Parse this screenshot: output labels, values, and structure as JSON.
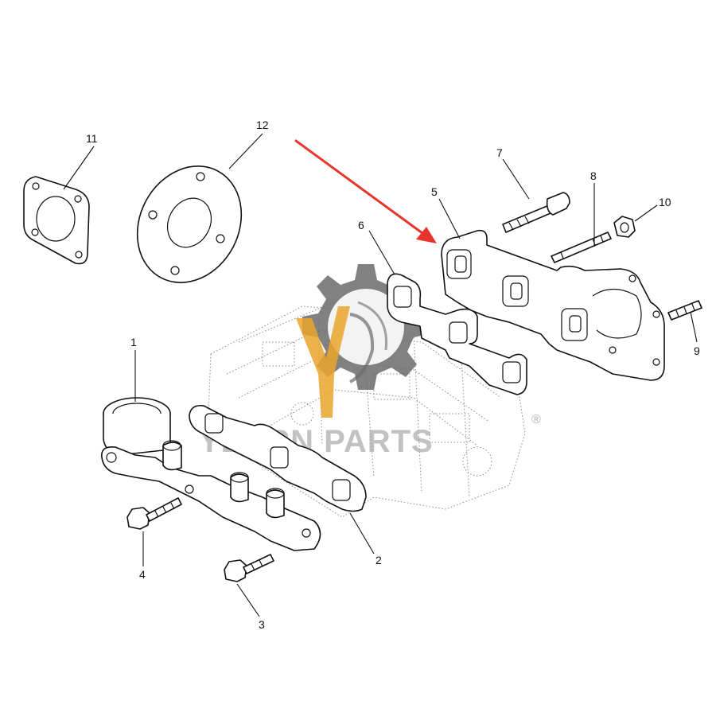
{
  "diagram": {
    "type": "exploded parts diagram",
    "callouts": [
      {
        "id": "1",
        "label": "1"
      },
      {
        "id": "2",
        "label": "2"
      },
      {
        "id": "3",
        "label": "3"
      },
      {
        "id": "4",
        "label": "4"
      },
      {
        "id": "5",
        "label": "5"
      },
      {
        "id": "6",
        "label": "6"
      },
      {
        "id": "7",
        "label": "7"
      },
      {
        "id": "8",
        "label": "8"
      },
      {
        "id": "9",
        "label": "9"
      },
      {
        "id": "10",
        "label": "10"
      },
      {
        "id": "11",
        "label": "11"
      },
      {
        "id": "12",
        "label": "12"
      }
    ],
    "highlight_arrow_color": "#e8352b"
  },
  "watermark": {
    "brand": "YEARN PARTS",
    "registered_mark": "®",
    "logo_colors": {
      "gear": "#6b6b6b",
      "accent": "#e9a52c"
    }
  }
}
